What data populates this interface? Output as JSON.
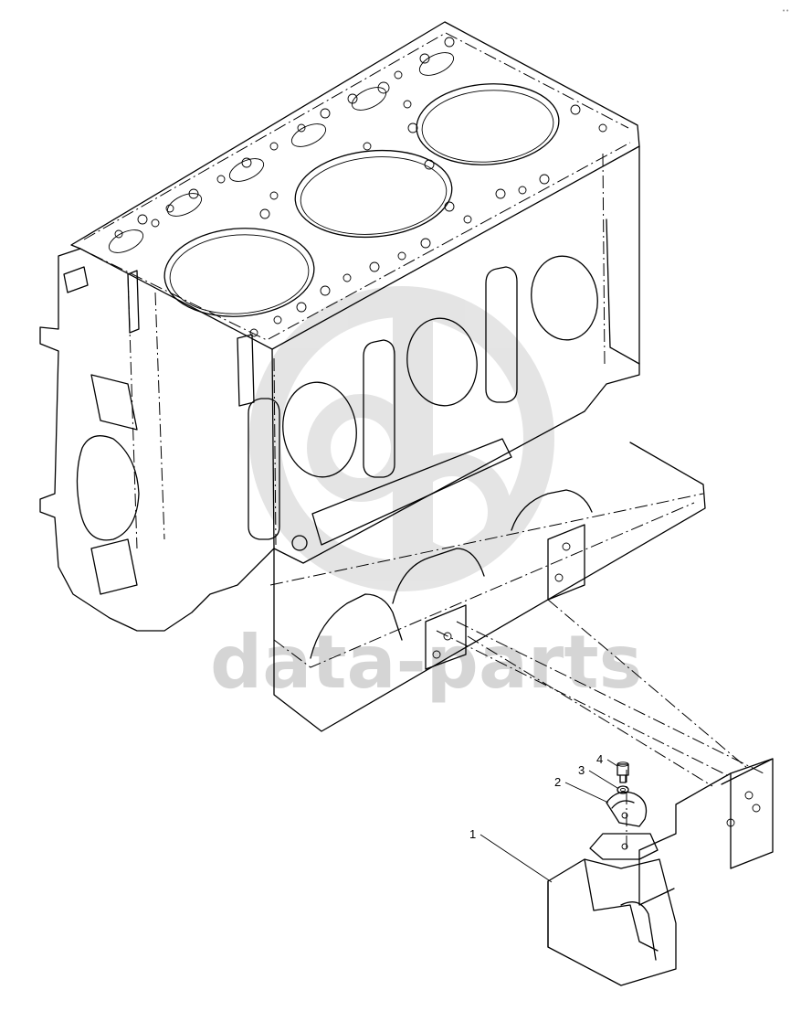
{
  "watermark": {
    "text": "data-parts",
    "color": "#c8c8c8"
  },
  "corner_mark": "••",
  "callouts": [
    {
      "label": "1"
    },
    {
      "label": "2"
    },
    {
      "label": "3"
    },
    {
      "label": "4"
    }
  ]
}
